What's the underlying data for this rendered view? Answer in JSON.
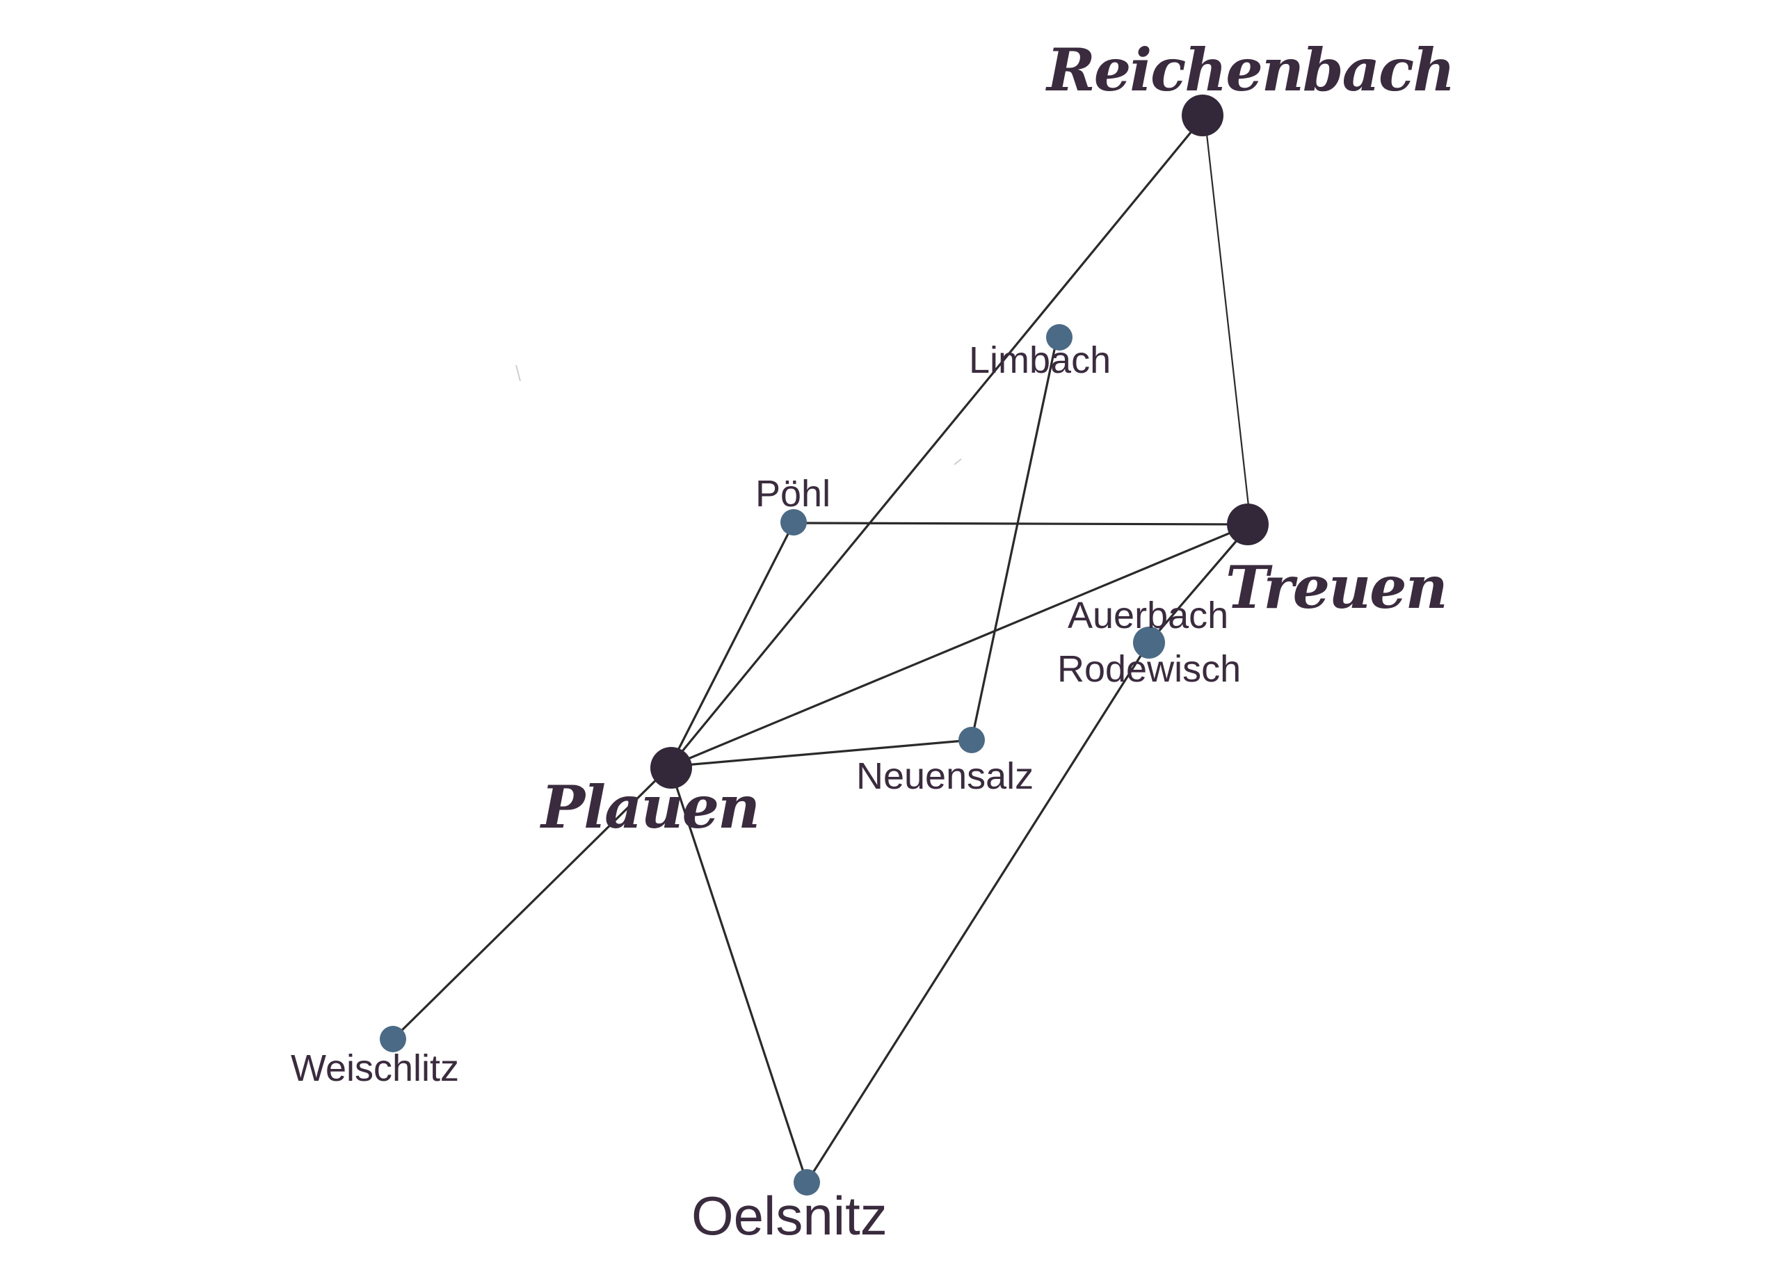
{
  "major_towns": {
    "reichenbach": "Reichenbach",
    "treuen": "Treuen",
    "plauen": "Plauen"
  },
  "minor_towns": {
    "limbach": "Limbach",
    "poehl": "Pöhl",
    "auerbach": "Auerbach",
    "rodewisch": "Rodewisch",
    "neuensalz": "Neuensalz",
    "weischlitz": "Weischlitz",
    "oelsnitz": "Oelsnitz"
  },
  "connections": [
    [
      "Reichenbach",
      "Plauen"
    ],
    [
      "Reichenbach",
      "Treuen"
    ],
    [
      "Limbach",
      "Neuensalz"
    ],
    [
      "Pöhl",
      "Treuen"
    ],
    [
      "Pöhl",
      "Plauen"
    ],
    [
      "Treuen",
      "Plauen"
    ],
    [
      "Treuen",
      "Auerbach Rodewisch"
    ],
    [
      "Auerbach Rodewisch",
      "Oelsnitz"
    ],
    [
      "Plauen",
      "Neuensalz"
    ],
    [
      "Plauen",
      "Weischlitz"
    ],
    [
      "Plauen",
      "Oelsnitz"
    ]
  ],
  "colors": {
    "major_node": "#33283a",
    "minor_node": "#4a6a86",
    "edge": "#2a2a2a",
    "label": "#3a2b3e"
  }
}
